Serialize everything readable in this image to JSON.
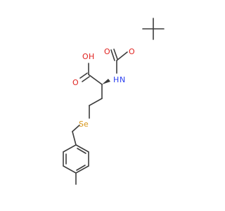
{
  "molecule": {
    "atom_labels": {
      "hydroxyl_o": "O",
      "hydroxyl_h": "H",
      "carbonyl_o_acid": "O",
      "carbonyl_o_boc": "O",
      "ester_o": "O",
      "amine_n": "N",
      "amine_h": "H",
      "selenium": "Se"
    }
  },
  "colors": {
    "bond": "#3c3c3c",
    "oxygen": "#e0221f",
    "nitrogen": "#2b3ff0",
    "selenium": "#d7961a"
  }
}
